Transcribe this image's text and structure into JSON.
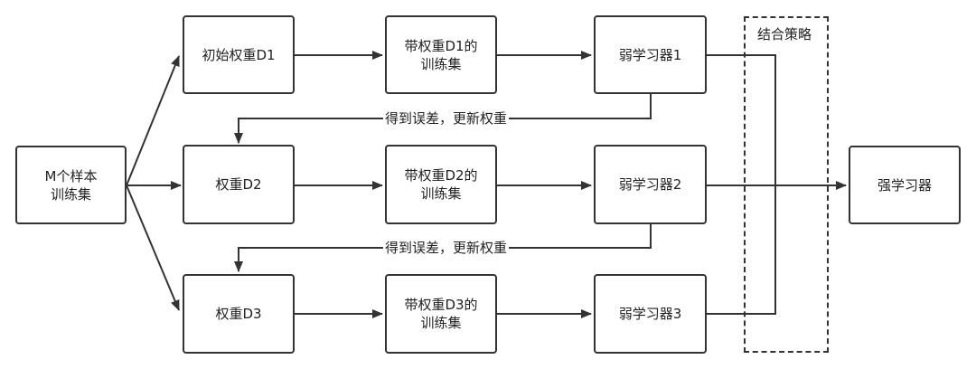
{
  "diagram": {
    "nodes": {
      "samples": {
        "line1": "M个样本",
        "line2": "训练集"
      },
      "w1": {
        "label": "初始权重D1"
      },
      "w2": {
        "label": "权重D2"
      },
      "w3": {
        "label": "权重D3"
      },
      "t1": {
        "line1": "带权重D1的",
        "line2": "训练集"
      },
      "t2": {
        "line1": "带权重D2的",
        "line2": "训练集"
      },
      "t3": {
        "line1": "带权重D3的",
        "line2": "训练集"
      },
      "l1": {
        "label": "弱学习器1"
      },
      "l2": {
        "label": "弱学习器2"
      },
      "l3": {
        "label": "弱学习器3"
      },
      "strong": {
        "label": "强学习器"
      }
    },
    "combine": {
      "title": "结合策略"
    },
    "feedback": [
      {
        "label": "得到误差，更新权重"
      },
      {
        "label": "得到误差，更新权重"
      }
    ],
    "colors": {
      "stroke": "#333333",
      "text": "#222222",
      "background": "#ffffff"
    }
  }
}
